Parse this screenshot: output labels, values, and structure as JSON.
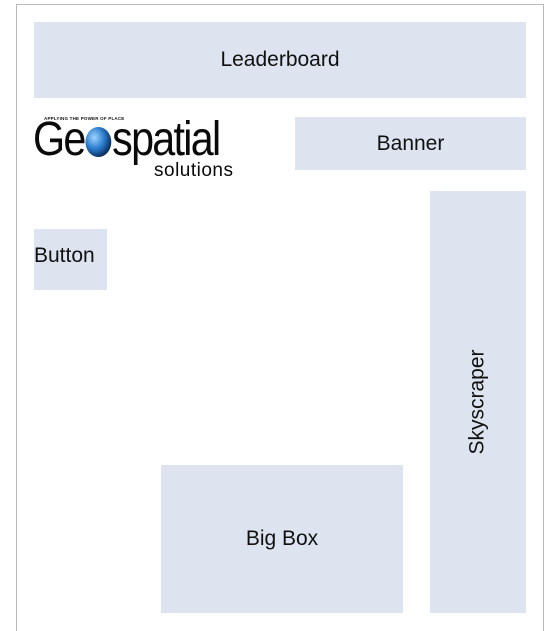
{
  "slots": {
    "leaderboard": "Leaderboard",
    "banner": "Banner",
    "button": "Button",
    "skyscraper": "Skyscraper",
    "big_box": "Big Box"
  },
  "logo": {
    "tagline": "APPLYING THE POWER OF PLACE",
    "word_left": "Ge",
    "word_right": "spatial",
    "subtitle": "solutions"
  },
  "colors": {
    "slot_fill": "#dde4f0",
    "frame_border": "#b9b9b9"
  }
}
